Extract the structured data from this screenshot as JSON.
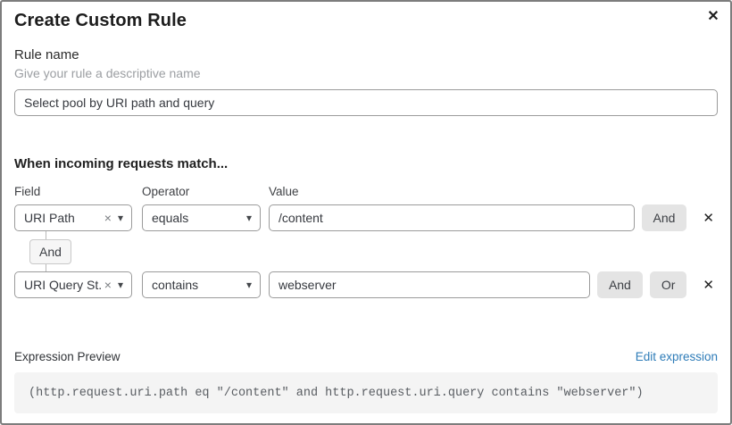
{
  "dialog": {
    "title": "Create Custom Rule"
  },
  "icons": {
    "close": "✕",
    "remove": "✕",
    "clear": "×",
    "caret": "▾"
  },
  "rule_name": {
    "label": "Rule name",
    "description": "Give your rule a descriptive name",
    "value": "Select pool by URI path and query"
  },
  "match_section": {
    "heading": "When incoming requests match...",
    "column_headers": {
      "field": "Field",
      "operator": "Operator",
      "value": "Value"
    },
    "rows": [
      {
        "field": "URI Path",
        "operator": "equals",
        "value": "/content",
        "buttons": {
          "and": "And"
        }
      },
      {
        "field": "URI Query St...",
        "operator": "contains",
        "value": "webserver",
        "buttons": {
          "and": "And",
          "or": "Or"
        }
      }
    ],
    "connector_label": "And"
  },
  "expression": {
    "label": "Expression Preview",
    "edit_link": "Edit expression",
    "code": "(http.request.uri.path eq \"/content\" and http.request.uri.query contains \"webserver\")"
  },
  "colors": {
    "link_blue": "#2e7cb8",
    "button_gray": "#e4e4e4",
    "code_bg": "#f4f4f4",
    "border_gray": "#9b9b9b"
  }
}
